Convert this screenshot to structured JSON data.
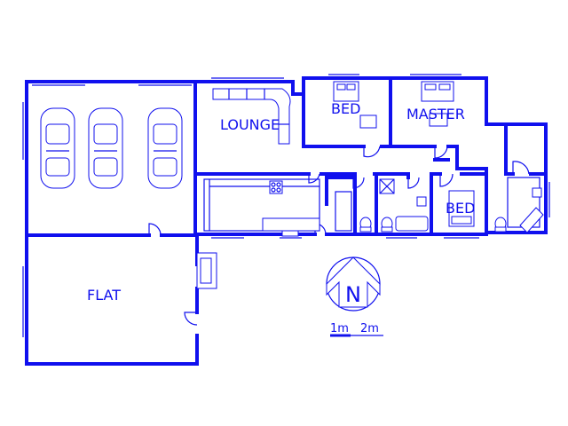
{
  "rooms": {
    "lounge": "LOUNGE",
    "bed": "BED",
    "master": "MASTER",
    "bed2": "BED",
    "flat": "FLAT"
  },
  "north": {
    "letter": "N"
  },
  "scale": {
    "label_1": "1m",
    "label_2": "2m"
  },
  "colors": {
    "line": "#1010ee",
    "background": "#ffffff"
  },
  "icons": [
    "car-icon",
    "sofa-icon",
    "bed-icon",
    "toilet-icon",
    "bath-icon",
    "stove-icon",
    "fireplace-icon",
    "north-arrow-icon"
  ]
}
